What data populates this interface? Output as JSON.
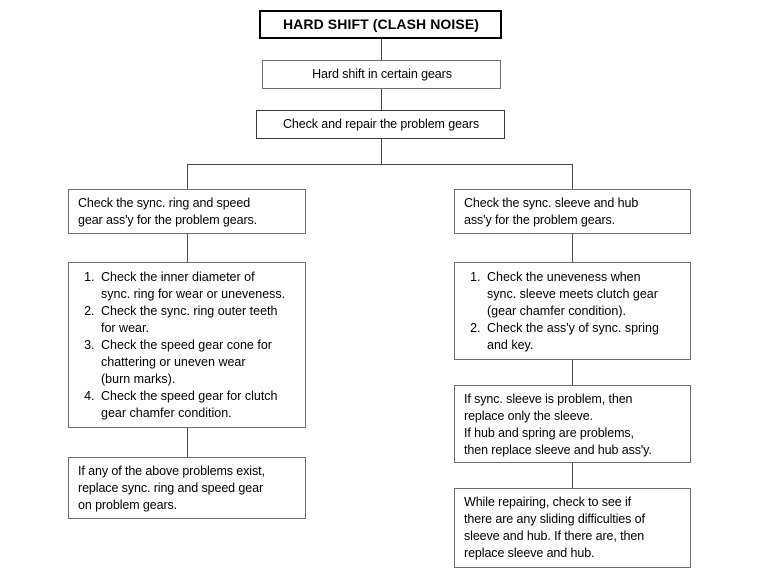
{
  "diagram": {
    "title": "HARD SHIFT (CLASH NOISE)",
    "nodes": {
      "symptom": "Hard shift in certain gears",
      "action": "Check and repair the problem gears",
      "left_branch_head": "Check the sync. ring and speed\ngear ass'y for the problem gears.",
      "right_branch_head": "Check the sync. sleeve and hub\nass'y for the problem gears.",
      "left_result": "If any of the above problems exist,\nreplace sync. ring and speed gear\non problem gears.",
      "right_result": "If sync. sleeve is problem, then\nreplace only the sleeve.\nIf hub and spring are problems,\nthen replace sleeve and hub ass'y.",
      "right_note": "While repairing, check to see if\nthere are any sliding difficulties of\nsleeve and hub. If there are, then\nreplace sleeve and hub."
    },
    "left_checks": [
      "Check the inner diameter of\nsync. ring for wear or uneveness.",
      "Check the sync. ring outer teeth\nfor wear.",
      "Check the speed gear cone for\nchattering or uneven wear\n(burn marks).",
      "Check the speed gear for clutch\ngear chamfer condition."
    ],
    "right_checks": [
      "Check the uneveness when\nsync. sleeve meets clutch gear\n(gear chamfer condition).",
      "Check the ass'y of sync.  spring\nand key."
    ],
    "colors": {
      "background": "#ffffff",
      "box_border": "#6f6f6f",
      "title_border": "#000000",
      "connector": "#4a4a4a",
      "text": "#000000"
    }
  }
}
